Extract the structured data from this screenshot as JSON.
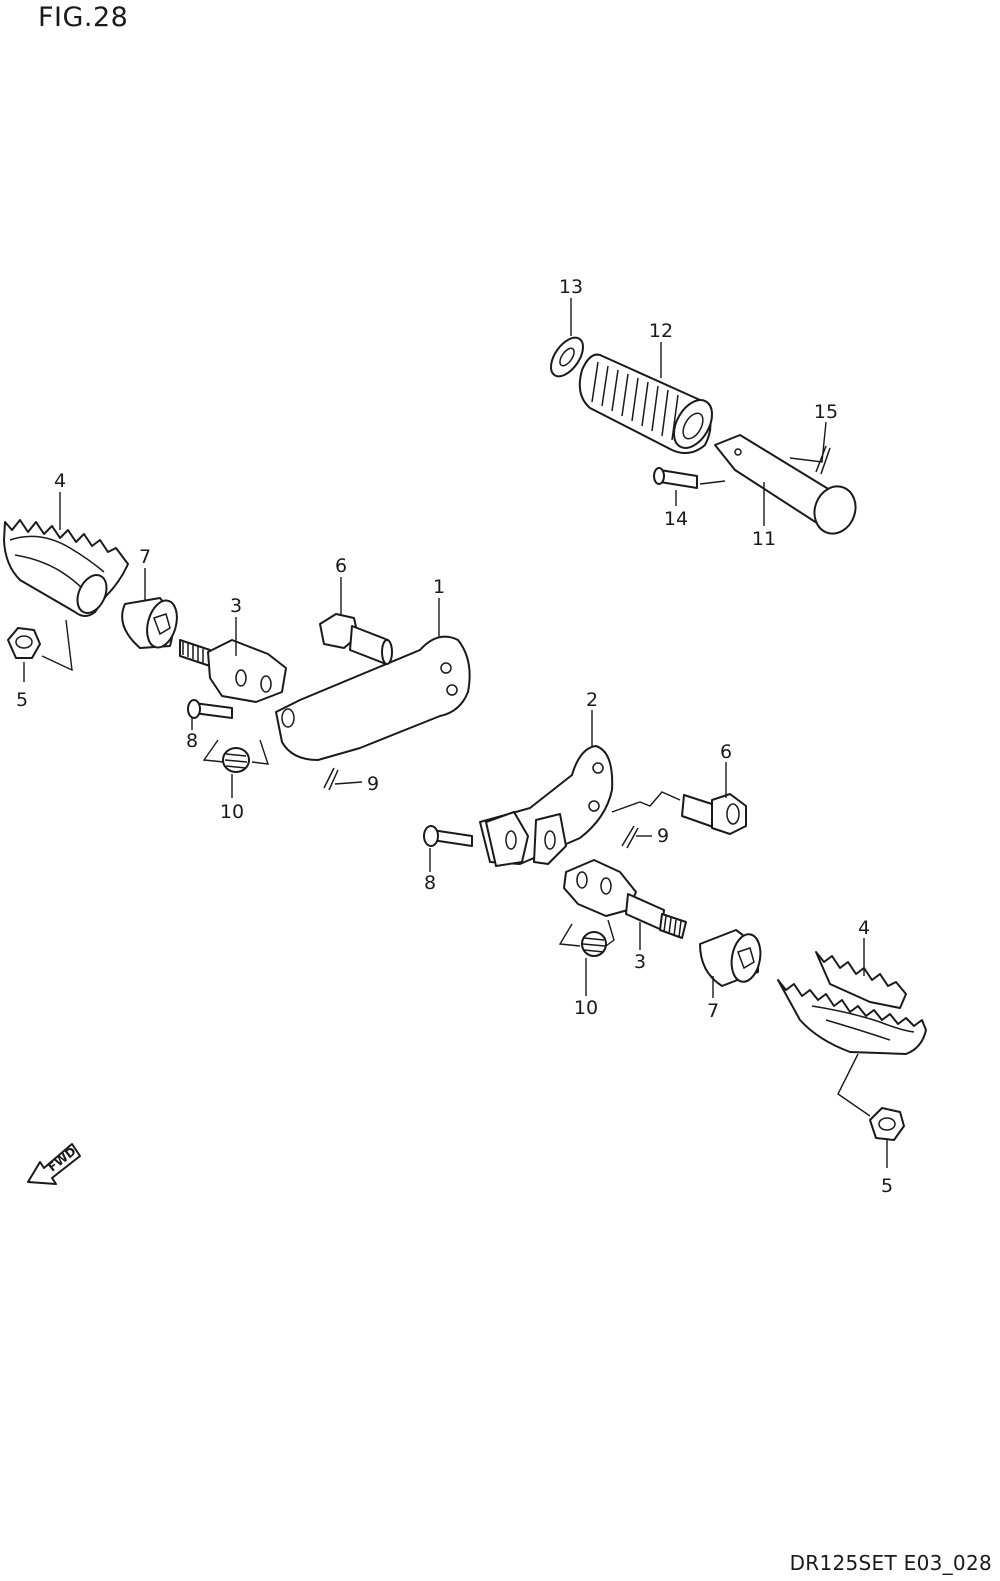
{
  "figure": {
    "title": "FIG.28",
    "code": "DR125SET E03_028"
  },
  "fwd_label": "FWD",
  "callouts": {
    "c1": "1",
    "c2": "2",
    "c3a": "3",
    "c3b": "3",
    "c4a": "4",
    "c4b": "4",
    "c5a": "5",
    "c5b": "5",
    "c6a": "6",
    "c6b": "6",
    "c7a": "7",
    "c7b": "7",
    "c8a": "8",
    "c8b": "8",
    "c9a": "9",
    "c9b": "9",
    "c10a": "10",
    "c10b": "10",
    "c11": "11",
    "c12": "12",
    "c13": "13",
    "c14": "14",
    "c15": "15"
  }
}
